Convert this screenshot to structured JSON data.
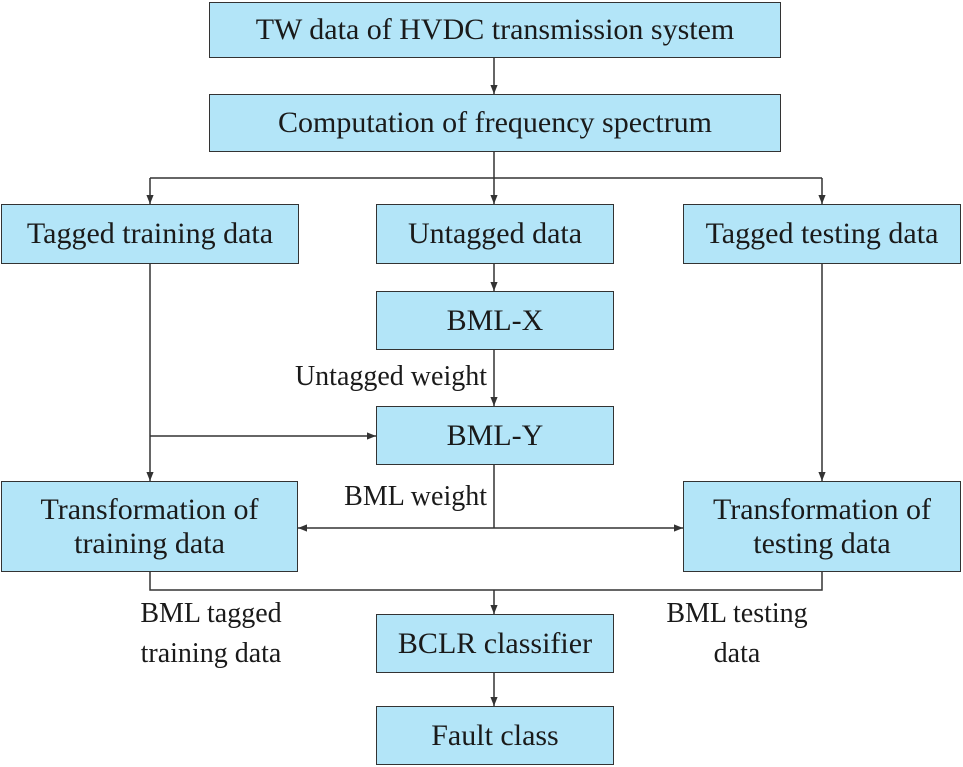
{
  "nodes": {
    "tw_data": "TW data of HVDC transmission system",
    "freq_spectrum": "Computation of frequency spectrum",
    "tagged_training": "Tagged training data",
    "untagged": "Untagged data",
    "tagged_testing": "Tagged testing data",
    "bml_x": "BML-X",
    "bml_y": "BML-Y",
    "transform_training_1": "Transformation of",
    "transform_training_2": "training data",
    "transform_testing_1": "Transformation of",
    "transform_testing_2": "testing data",
    "bclr": "BCLR classifier",
    "fault_class": "Fault class"
  },
  "edge_labels": {
    "untagged_weight": "Untagged weight",
    "bml_weight": "BML weight",
    "bml_tagged_training_1": "BML tagged",
    "bml_tagged_training_2": "training data",
    "bml_testing_1": "BML testing",
    "bml_testing_2": "data"
  },
  "colors": {
    "node_fill": "#b3e5f8",
    "stroke": "#333333",
    "text": "#1a1a1a"
  }
}
